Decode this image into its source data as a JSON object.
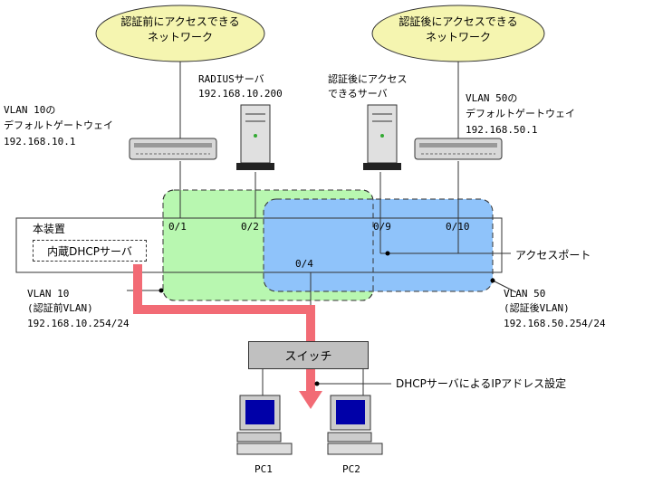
{
  "cloud_pre": {
    "line1": "認証前にアクセスできる",
    "line2": "ネットワーク"
  },
  "cloud_post": {
    "line1": "認証後にアクセスできる",
    "line2": "ネットワーク"
  },
  "radius": {
    "name": "RADIUSサーバ",
    "ip": "192.168.10.200"
  },
  "post_server": {
    "line1": "認証後にアクセス",
    "line2": "できるサーバ"
  },
  "gw10": {
    "line1": "VLAN 10の",
    "line2": "デフォルトゲートウェイ",
    "ip": "192.168.10.1"
  },
  "gw50": {
    "line1": "VLAN 50の",
    "line2": "デフォルトゲートウェイ",
    "ip": "192.168.50.1"
  },
  "device": {
    "title": "本装置",
    "dhcp": "内蔵DHCPサーバ"
  },
  "ports": {
    "p1": "0/1",
    "p2": "0/2",
    "p4": "0/4",
    "p9": "0/9",
    "p10": "0/10"
  },
  "access_port": "アクセスポート",
  "vlan10": {
    "name": "VLAN 10",
    "desc": "(認証前VLAN)",
    "ip": "192.168.10.254/24"
  },
  "vlan50": {
    "name": "VLAN 50",
    "desc": "(認証後VLAN)",
    "ip": "192.168.50.254/24"
  },
  "switch": "スイッチ",
  "dhcp_setting": "DHCPサーバによるIPアドレス設定",
  "pc1": "PC1",
  "pc2": "PC2",
  "colors": {
    "vlan10_fill": "#b8f7b0",
    "vlan50_fill": "#8fc3fa",
    "cloud_fill": "#f5f5b0",
    "arrow": "#f26b75"
  }
}
